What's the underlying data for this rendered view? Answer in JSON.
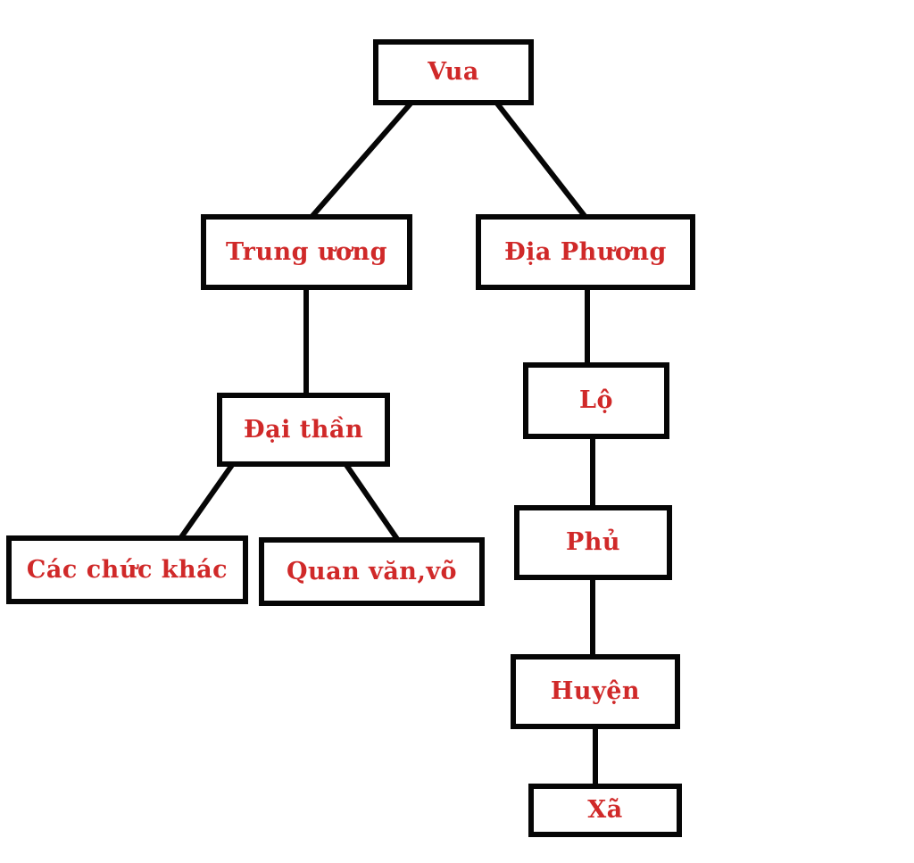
{
  "diagram": {
    "type": "org-chart",
    "description": "Administrative hierarchy flowchart",
    "colors": {
      "label_text": "#d02929",
      "box_border": "#060606",
      "connector": "#060606",
      "background": "#ffffff"
    },
    "nodes": {
      "vua": {
        "label": "Vua"
      },
      "trung_uong": {
        "label": "Trung ương"
      },
      "dia_phuong": {
        "label": "Địa Phương"
      },
      "dai_than": {
        "label": "Đại thần"
      },
      "cac_chuc_khac": {
        "label": "Các chức khác"
      },
      "quan_van_vo": {
        "label": "Quan văn,võ"
      },
      "lo": {
        "label": "Lộ"
      },
      "phu": {
        "label": "Phủ"
      },
      "huyen": {
        "label": "Huyện"
      },
      "xa": {
        "label": "Xã"
      }
    },
    "edges": [
      {
        "from": "vua",
        "to": "trung_uong"
      },
      {
        "from": "vua",
        "to": "dia_phuong"
      },
      {
        "from": "trung_uong",
        "to": "dai_than"
      },
      {
        "from": "dai_than",
        "to": "cac_chuc_khac"
      },
      {
        "from": "dai_than",
        "to": "quan_van_vo"
      },
      {
        "from": "dia_phuong",
        "to": "lo"
      },
      {
        "from": "lo",
        "to": "phu"
      },
      {
        "from": "phu",
        "to": "huyen"
      },
      {
        "from": "huyen",
        "to": "xa"
      }
    ]
  }
}
